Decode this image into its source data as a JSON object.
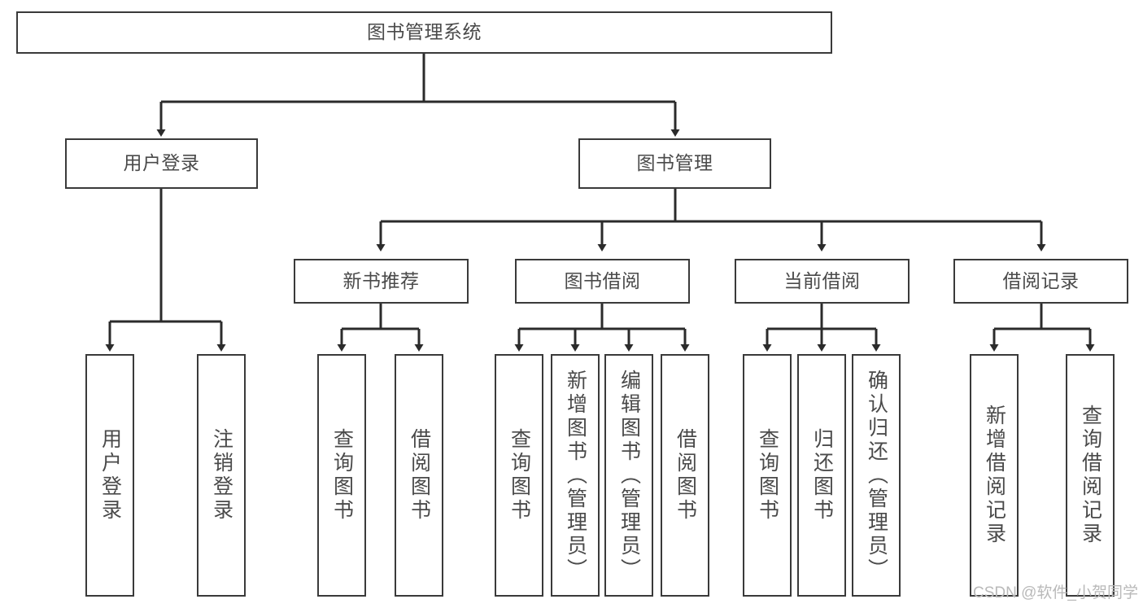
{
  "diagram": {
    "title": "图书管理系统",
    "type": "tree-hierarchy-diagram",
    "colors": {
      "box_border": "#3a3a3a",
      "box_fill": "#ffffff",
      "text": "#4a4a4a",
      "edge": "#2b2b2b",
      "watermark": "#b9b9b9",
      "background": "#ffffff"
    },
    "root": {
      "label": "图书管理系统"
    },
    "level2": [
      {
        "label": "用户登录"
      },
      {
        "label": "图书管理"
      }
    ],
    "level3": [
      {
        "label": "新书推荐"
      },
      {
        "label": "图书借阅"
      },
      {
        "label": "当前借阅"
      },
      {
        "label": "借阅记录"
      }
    ],
    "leaves": {
      "user_login": [
        {
          "label": "用户登录"
        },
        {
          "label": "注销登录"
        }
      ],
      "new_book_recommend": [
        {
          "label": "查询图书"
        },
        {
          "label": "借阅图书"
        }
      ],
      "book_borrow": [
        {
          "label": "查询图书"
        },
        {
          "label": "新增图书（管理员）"
        },
        {
          "label": "编辑图书（管理员）"
        },
        {
          "label": "借阅图书"
        }
      ],
      "current_borrow": [
        {
          "label": "查询图书"
        },
        {
          "label": "归还图书"
        },
        {
          "label": "确认归还（管理员）"
        }
      ],
      "borrow_record": [
        {
          "label": "新增借阅记录"
        },
        {
          "label": "查询借阅记录"
        }
      ]
    },
    "watermark": "CSDN @软件_小贺同学"
  }
}
